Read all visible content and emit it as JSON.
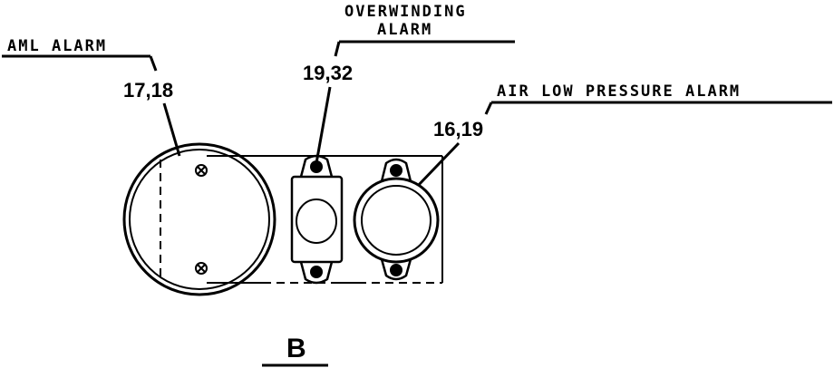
{
  "labels": {
    "aml_title": "AML ALARM",
    "aml_refs": "17,18",
    "overwinding_title_line1": "OVERWINDING",
    "overwinding_title_line2": "ALARM",
    "overwinding_refs": "19,32",
    "air_title": "AIR LOW PRESSURE ALARM",
    "air_refs": "16,19",
    "view_letter": "B"
  }
}
